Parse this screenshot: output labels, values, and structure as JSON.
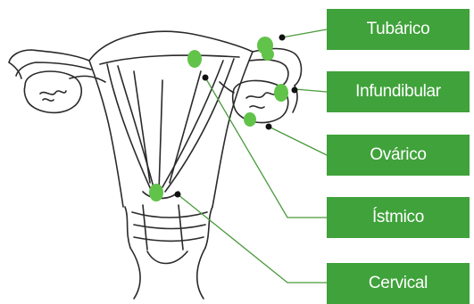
{
  "labels": [
    {
      "text": "Tubárico"
    },
    {
      "text": "Infundibular"
    },
    {
      "text": "Ovárico"
    },
    {
      "text": "Ístmico"
    },
    {
      "text": "Cervical"
    }
  ],
  "colors": {
    "label_bg": "#3fa23a",
    "marker": "#62c34a",
    "leader_line": "#4a9a3c",
    "anatomy_stroke": "#2a2a2a",
    "label_text": "#ffffff"
  }
}
